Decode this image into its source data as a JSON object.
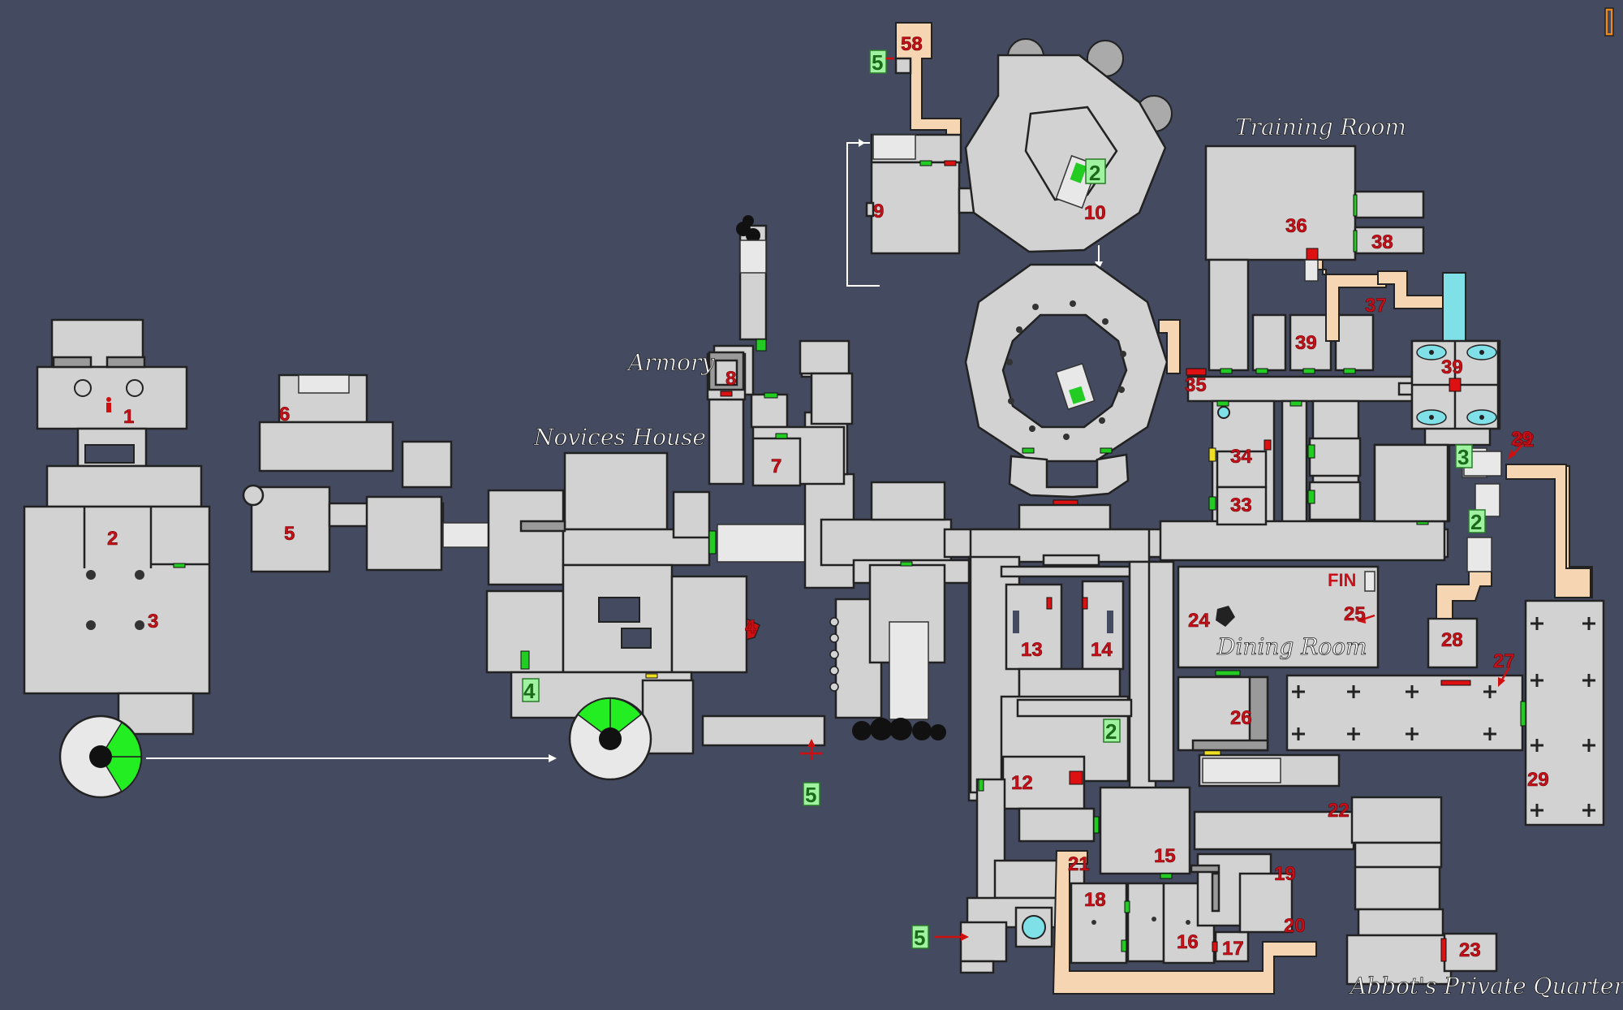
{
  "map": {
    "background": "#444a5f",
    "room_color": "#d2d2d2",
    "door_open_color": "#22cc22",
    "door_locked_color": "#dd1111",
    "corner_icon": "page-marker-icon",
    "areas": {
      "armory": "Armory",
      "novices_house": "Novices House",
      "training_room": "Training Room",
      "dining_room": "Dining Room",
      "abbots_quarters": "Abbot's Private Quarters"
    },
    "rooms": [
      "1",
      "2",
      "3",
      "4",
      "5",
      "6",
      "7",
      "8",
      "9",
      "10",
      "12",
      "13",
      "14",
      "15",
      "16",
      "17",
      "18",
      "19",
      "20",
      "21",
      "22",
      "23",
      "24",
      "25",
      "26",
      "27",
      "28",
      "29",
      "30",
      "31",
      "32",
      "33",
      "34",
      "35",
      "36",
      "37",
      "38",
      "39",
      "58"
    ],
    "fin_label": "FIN",
    "markers": [
      {
        "id": "m-5-top",
        "text": "5"
      },
      {
        "id": "m-2-tower",
        "text": "2"
      },
      {
        "id": "m-4",
        "text": "4"
      },
      {
        "id": "m-5-mid",
        "text": "5"
      },
      {
        "id": "m-2-mid",
        "text": "2"
      },
      {
        "id": "m-5-bottom",
        "text": "5"
      },
      {
        "id": "m-3",
        "text": "3"
      },
      {
        "id": "m-2-east",
        "text": "2"
      }
    ]
  }
}
